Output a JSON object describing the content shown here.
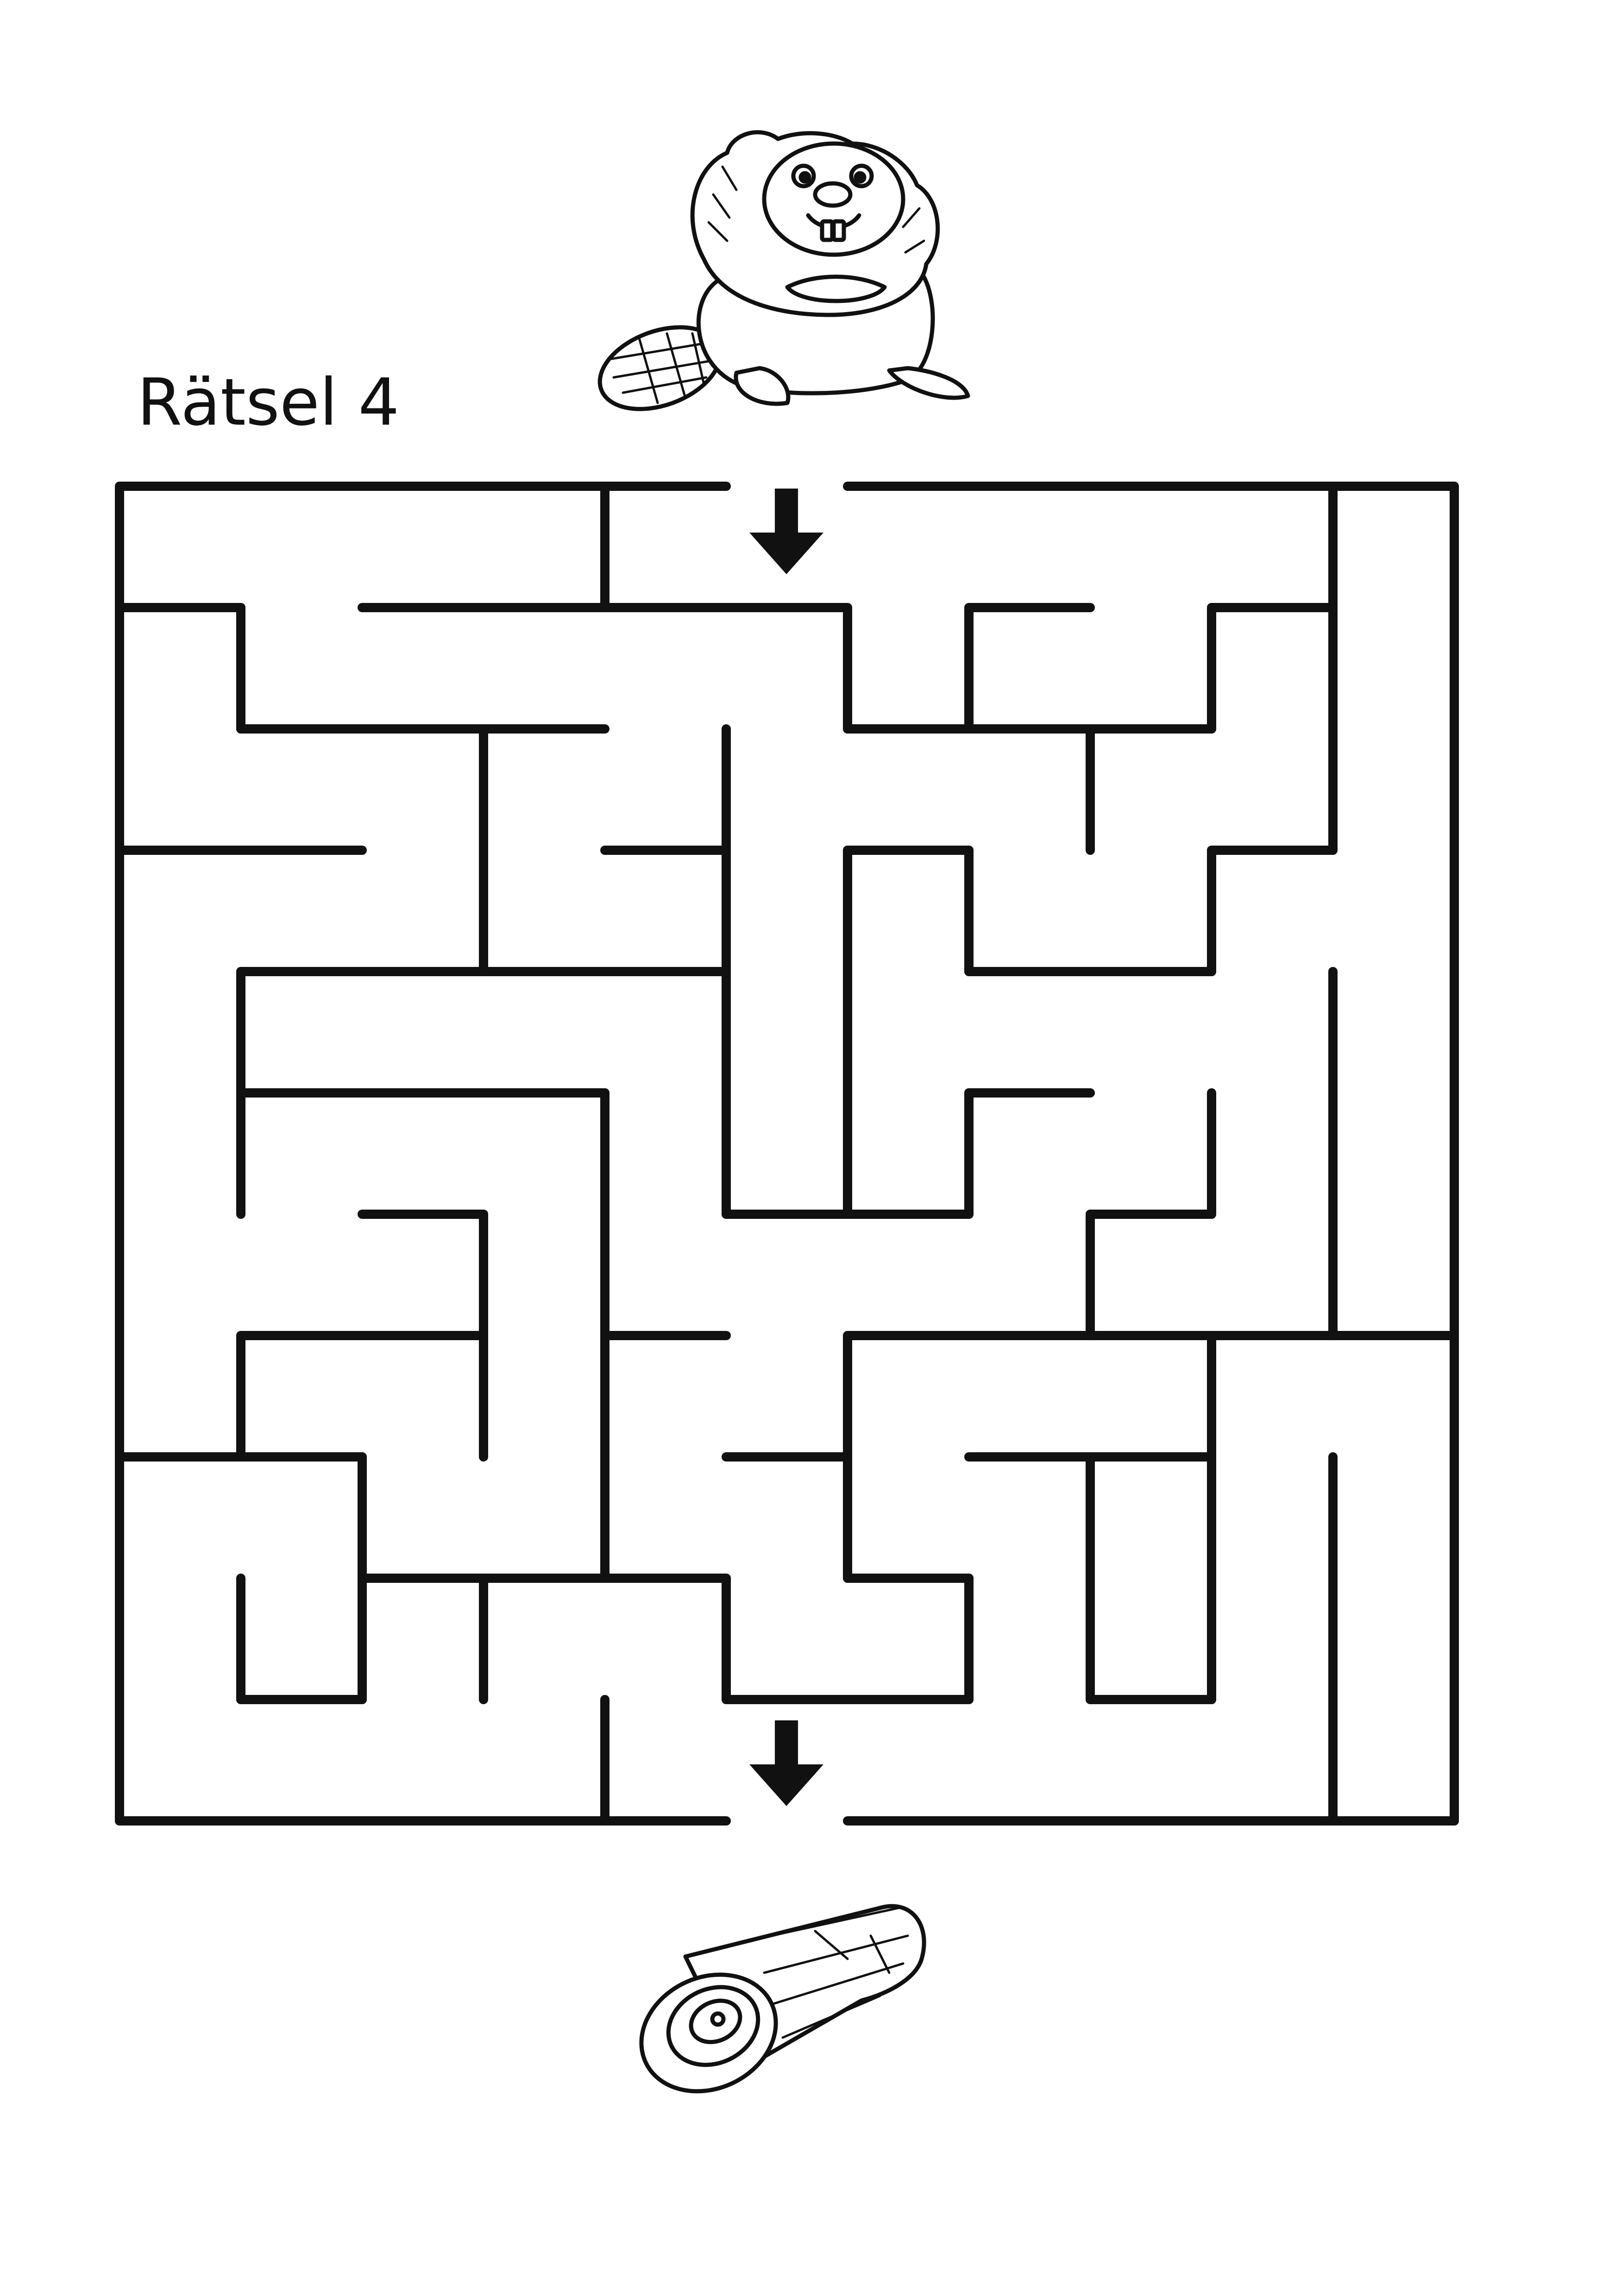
{
  "worksheet": {
    "title": "Rätsel 4"
  },
  "maze": {
    "grid": {
      "columns": 11,
      "rows": 11
    },
    "entrance": {
      "side": "top",
      "column": 5
    },
    "exit": {
      "side": "bottom",
      "column": 5
    }
  },
  "icons": {
    "start_character": "beaver-icon",
    "goal_item": "wooden-log-icon",
    "entrance_marker": "arrow-down-icon",
    "exit_marker": "arrow-down-icon"
  },
  "colors": {
    "ink": "#111111",
    "background": "#ffffff"
  }
}
